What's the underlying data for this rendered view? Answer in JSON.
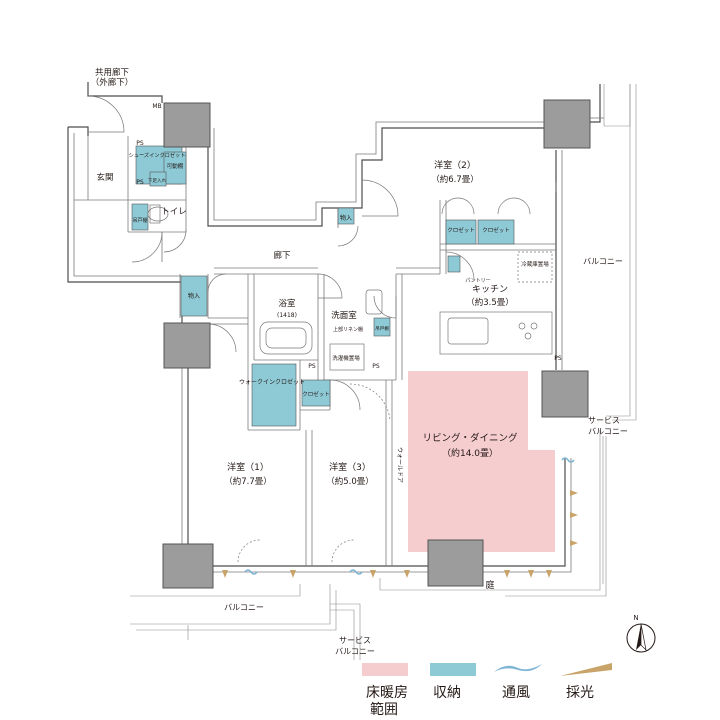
{
  "rooms": {
    "common_corridor_1": "共用廊下",
    "common_corridor_2": "（外廊下）",
    "mb": "MB",
    "ps_1": "PS",
    "ps_2": "PS",
    "ps_3": "PS",
    "ps_4": "PS",
    "ps_5": "PS",
    "shoes_closet": "シューズインクロゼット",
    "movable_shelf": "可動棚",
    "lower_shoebox": "下足入れ",
    "entrance": "玄関",
    "toilet": "トイレ",
    "toilet_shelf": "吊戸棚",
    "corridor": "廊下",
    "storage_top": "物入",
    "storage_left": "物入",
    "western_room_2": "洋室（2）",
    "western_room_2_size": "（約6.7畳）",
    "closet_1": "クロゼット",
    "closet_2": "クロゼット",
    "fridge": "冷蔵庫置場",
    "pantry": "パントリー",
    "kitchen": "キッチン",
    "kitchen_size": "（約3.5畳）",
    "bathroom": "浴室",
    "bathroom_size": "(1418)",
    "washroom": "洗面室",
    "linen": "上部リネン棚",
    "towel": "吊戸棚",
    "washer": "洗濯機置場",
    "walk_in_closet": "ウォークインクロゼット",
    "closet_small": "クロゼット",
    "western_room_1": "洋室（1）",
    "western_room_1_size": "（約7.7畳）",
    "western_room_3": "洋室（3）",
    "western_room_3_size": "（約5.0畳）",
    "wall_door": "ウォールドア",
    "living": "リビング・ダイニング",
    "living_size": "（約14.0畳）",
    "balcony_right": "バルコニー",
    "balcony_bottom": "バルコニー",
    "service_balcony_right_1": "サービス",
    "service_balcony_right_2": "バルコニー",
    "service_balcony_bottom_1": "サービス",
    "service_balcony_bottom_2": "バルコニー",
    "garden": "庭"
  },
  "compass": {
    "north": "N"
  },
  "legend": {
    "heated": "床暖房範囲",
    "storage": "収納",
    "ventilation": "通風",
    "daylight": "採光"
  },
  "colors": {
    "heated": "#f5cdcf",
    "storage": "#8ecad6",
    "ventilation": "#7fb6d6",
    "daylight": "#c9a46a",
    "column": "#9c9c9c"
  }
}
